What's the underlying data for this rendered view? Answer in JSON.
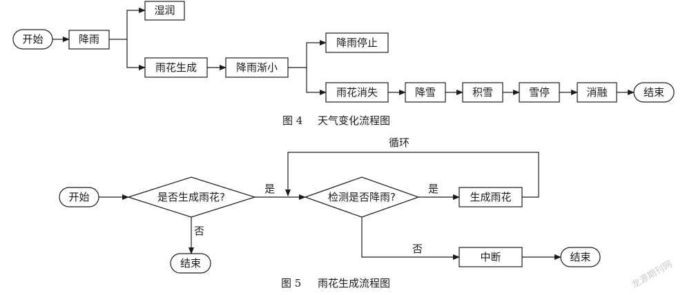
{
  "figure4": {
    "caption_number": "图 4",
    "caption_title": "天气变化流程图",
    "nodes": {
      "start": "开始",
      "rain": "降雨",
      "wet": "湿润",
      "rain_flower_form": "雨花生成",
      "rain_decrease": "降雨渐小",
      "rain_stop": "降雨停止",
      "rain_flower_vanish": "雨花消失",
      "snowfall": "降雪",
      "snow_accumulate": "积雪",
      "snow_stop": "雪停",
      "melt": "消融",
      "end": "结束"
    }
  },
  "figure5": {
    "caption_number": "图 5",
    "caption_title": "雨花生成流程图",
    "nodes": {
      "start": "开始",
      "decision_rain_flower": "是否生成雨花?",
      "decision_detect_rain": "检测是否降雨?",
      "form_rain_flower": "生成雨花",
      "interrupt": "中断",
      "end_left": "结束",
      "end_right": "结束"
    },
    "edge_labels": {
      "yes_1": "是",
      "yes_2": "是",
      "no_1": "否",
      "no_2": "否",
      "loop": "循环"
    }
  },
  "watermark": "龙源期刊网"
}
